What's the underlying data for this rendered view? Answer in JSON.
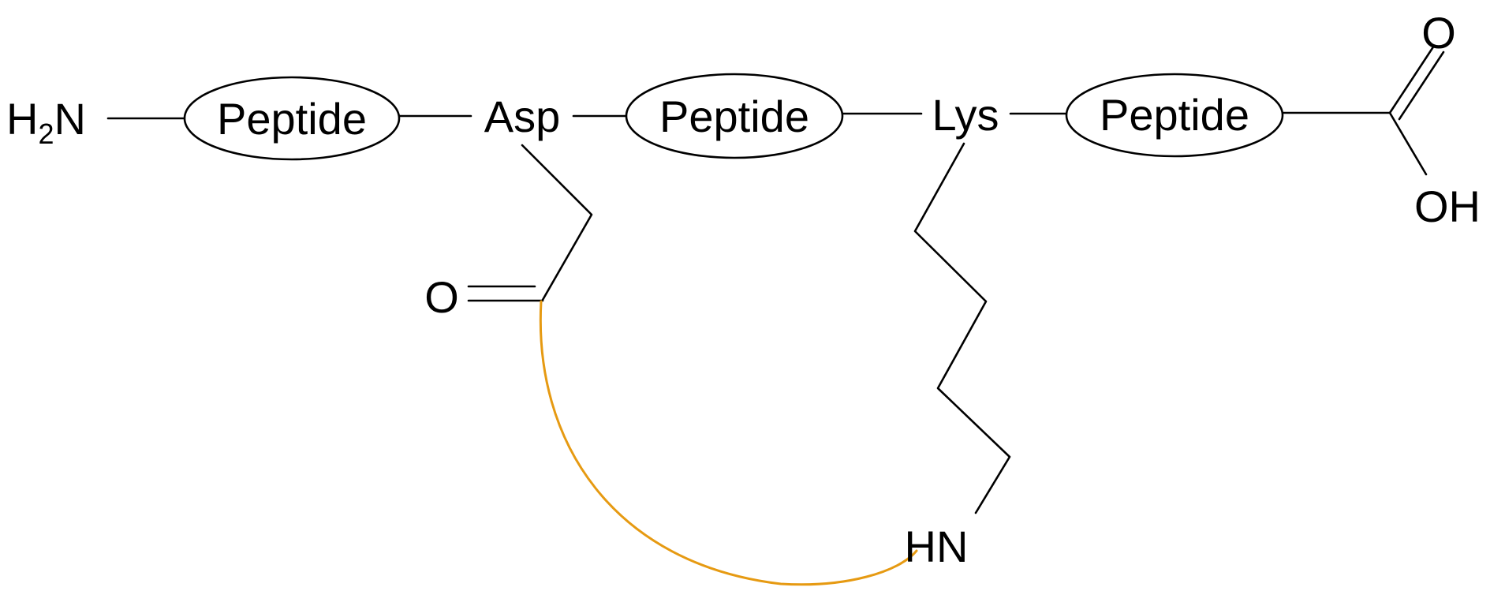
{
  "colors": {
    "line": "#000000",
    "crosslink": "#E69A12",
    "background": "#ffffff"
  },
  "labels": {
    "n_terminus": {
      "prefix": "H",
      "subscript": "2",
      "suffix": "N"
    },
    "peptide_1": "Peptide",
    "asp": "Asp",
    "peptide_2": "Peptide",
    "lys": "Lys",
    "peptide_3": "Peptide",
    "carbonyl_o_top": "O",
    "hydroxyl": "OH",
    "asp_carbonyl_o": "O",
    "amide_nh": "HN"
  }
}
